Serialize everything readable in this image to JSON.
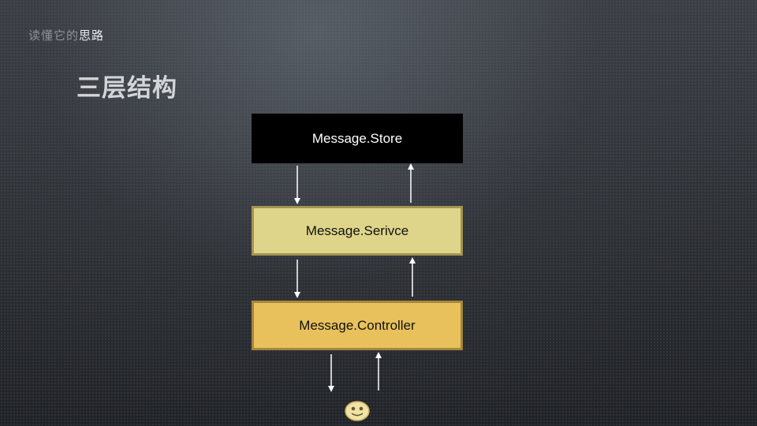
{
  "header": {
    "breadcrumb_dim": "读懂它的",
    "breadcrumb_bright": "思路",
    "title": "三层结构"
  },
  "diagram": {
    "layers": [
      {
        "id": "store",
        "label": "Message.Store",
        "fill": "#000000",
        "text_color": "#ffffff"
      },
      {
        "id": "service",
        "label": "Message.Serivce",
        "fill": "#ded58b",
        "border": "#a29553",
        "text_color": "#111111"
      },
      {
        "id": "controller",
        "label": "Message.Controller",
        "fill": "#e9c15c",
        "border": "#a6863b",
        "text_color": "#111111"
      }
    ],
    "arrow_color": "#ffffff",
    "mascot_icon": "smiley-face-icon"
  }
}
